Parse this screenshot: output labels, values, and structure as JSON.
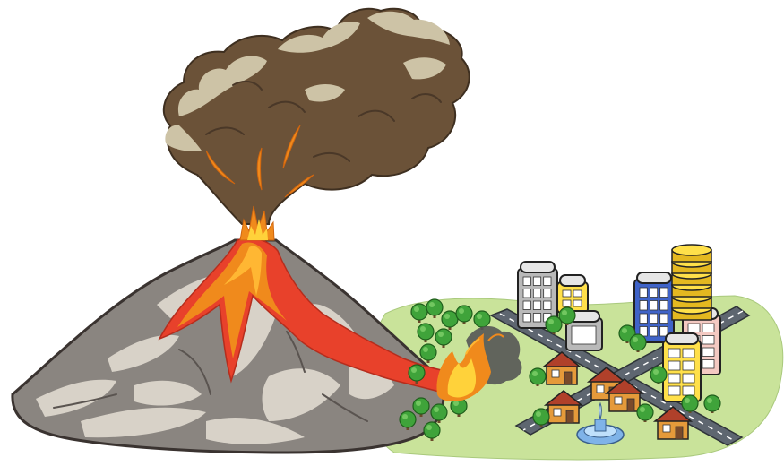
{
  "scene": {
    "subject": "volcano-erupting-near-town",
    "palette": {
      "ash_dark": "#6b5238",
      "ash_light": "#cdc3a6",
      "lava_orange": "#f08a1c",
      "lava_red": "#e8412b",
      "lava_yellow": "#ffd23a",
      "rock_grey": "#8a8580",
      "rock_light": "#d8d2c8",
      "rock_outline": "#3a3330",
      "grass": "#c9e39a",
      "road": "#5e6670",
      "tree_green": "#3fa33a",
      "roof_red": "#b0402a",
      "house_wall": "#e59a3a",
      "building_grey": "#b9b9b9",
      "building_blue": "#3f63c8",
      "building_yellow": "#ffe04a",
      "building_pink": "#f3c9c2",
      "fountain_blue": "#7fb3e8",
      "fire_smoke": "#555555"
    },
    "elements": [
      "ash-cloud",
      "lava-fountain",
      "lava-flow",
      "volcano-mountain",
      "forest",
      "forest-fire",
      "town-ground",
      "roads",
      "houses",
      "buildings",
      "fountain"
    ]
  }
}
